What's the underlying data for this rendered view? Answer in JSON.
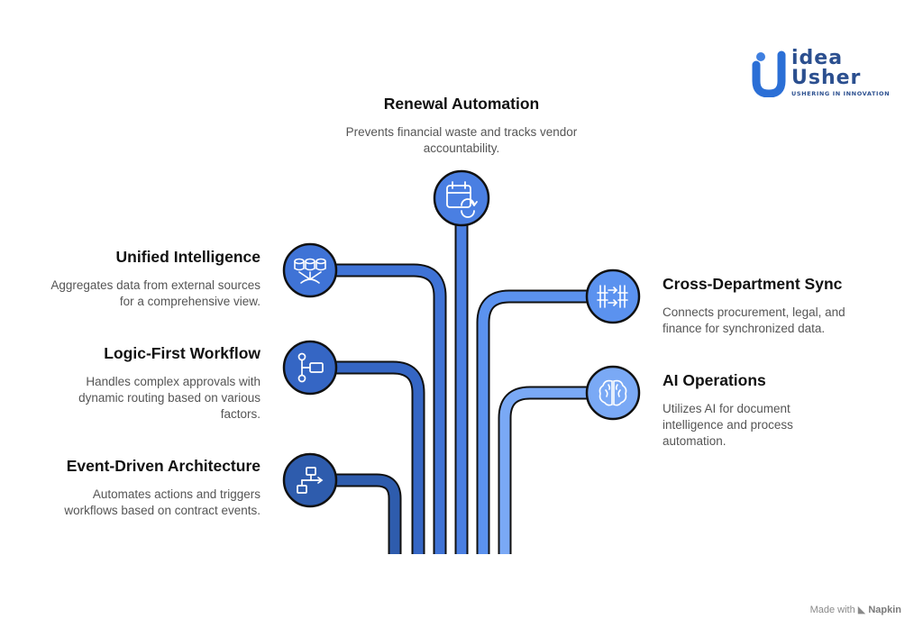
{
  "logo": {
    "word1": "idea",
    "word2": "Usher",
    "tagline": "USHERING IN INNOVATION"
  },
  "nodes": {
    "renewal": {
      "title": "Renewal Automation",
      "desc": "Prevents financial waste and tracks vendor accountability.",
      "icon": "calendar-refresh-icon"
    },
    "unified": {
      "title": "Unified Intelligence",
      "desc": "Aggregates data from external sources for a comprehensive view.",
      "icon": "database-network-icon"
    },
    "logic": {
      "title": "Logic-First Workflow",
      "desc": "Handles complex approvals with dynamic routing based on various factors.",
      "icon": "flowchart-icon"
    },
    "event": {
      "title": "Event-Driven Architecture",
      "desc": "Automates actions and triggers workflows based on contract events.",
      "icon": "workflow-icon"
    },
    "cross": {
      "title": "Cross-Department Sync",
      "desc": "Connects procurement, legal, and finance for synchronized data.",
      "icon": "sync-grid-icon"
    },
    "ai": {
      "title": "AI Operations",
      "desc": "Utilizes AI for document intelligence and process automation.",
      "icon": "brain-icon"
    }
  },
  "colors": {
    "dark": "#2e5cad",
    "mid": "#3f73d6",
    "light": "#5b92ef",
    "lightest": "#7aa9f5",
    "outline": "#111111"
  },
  "footer": {
    "prefix": "Made with",
    "brand": "Napkin"
  }
}
